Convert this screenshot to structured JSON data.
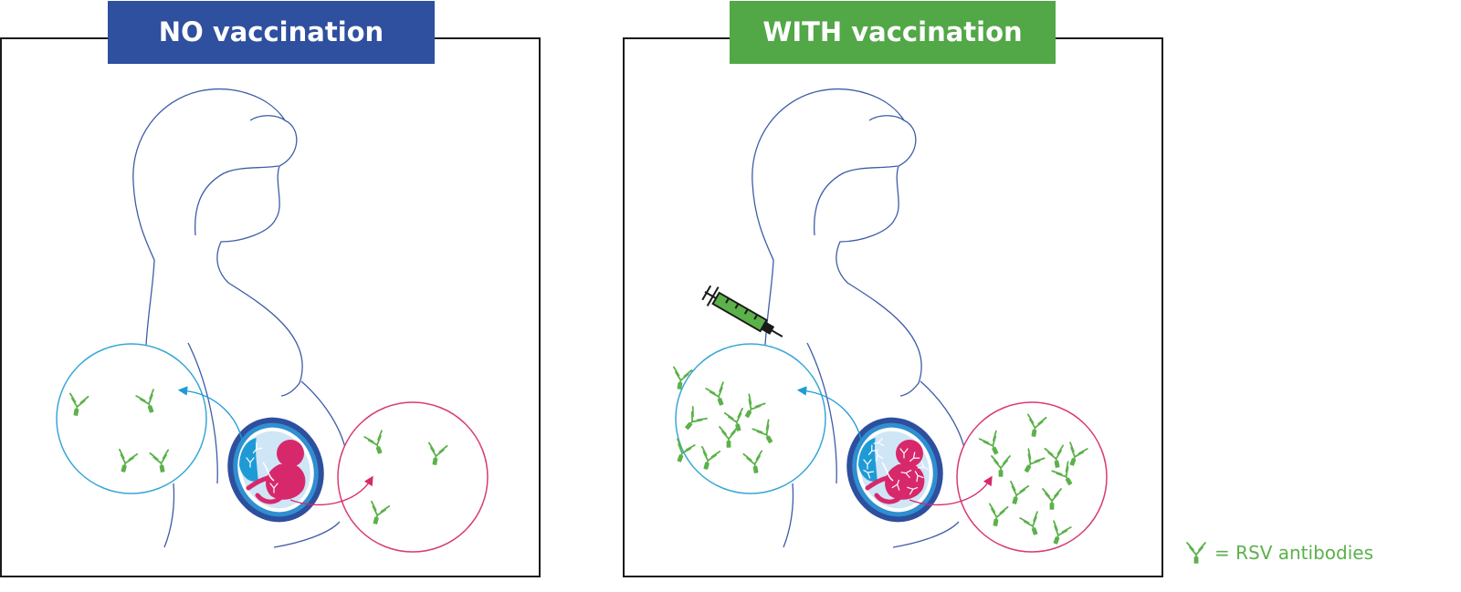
{
  "panels": [
    {
      "id": "left",
      "title": "NO vaccination",
      "title_color": "#2f4f9f",
      "has_syringe": false
    },
    {
      "id": "right",
      "title": "WITH vaccination",
      "title_color": "#52a747",
      "has_syringe": true
    }
  ],
  "legend": {
    "icon": "antibody-icon",
    "text": "= RSV antibodies"
  },
  "colors": {
    "antibody": "#5bb14a",
    "mother_outline": "#3f5ca8",
    "maternal_circle": "#39a7d6",
    "baby_circle": "#d83b77",
    "baby": "#d8286c",
    "womb_dark": "#2d4f9e",
    "womb_mid": "#2f8fd1",
    "womb_light": "#cfe6f6",
    "placenta": "#1e9bd6",
    "syringe_fluid": "#5bb14a"
  }
}
